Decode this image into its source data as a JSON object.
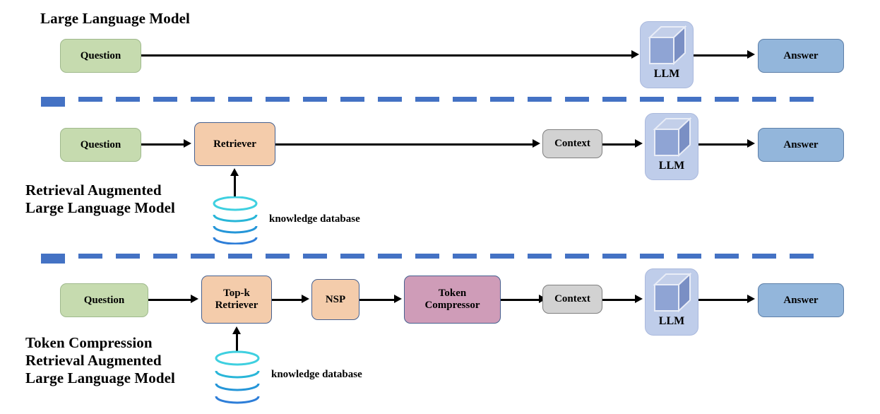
{
  "figure": {
    "title": "Three-tier LLM architecture comparison",
    "background": "#ffffff"
  },
  "colors": {
    "question": "#c6dbaf",
    "retriever": "#f4ccab",
    "nsp": "#f4ccab",
    "token_compressor": "#cf9cb8",
    "context": "#d2d2d2",
    "answer": "#93b6db",
    "llm_panel": "#bfcdea",
    "cube_front": "#8fa4d4",
    "cube_top": "#c3cfe9",
    "cube_side": "#7a8fc4",
    "separator": "#4472c4",
    "database_top": "#3fd0e0",
    "database_bottom": "#2e7ed8",
    "arrow": "#000000"
  },
  "sections": [
    {
      "id": "llm",
      "title": "Large Language Model",
      "nodes": [
        {
          "id": "question",
          "label": "Question"
        },
        {
          "id": "llm",
          "label": "LLM",
          "icon": "cube-icon"
        },
        {
          "id": "answer",
          "label": "Answer"
        }
      ]
    },
    {
      "id": "rag",
      "title": "Retrieval Augmented\nLarge Language Model",
      "nodes": [
        {
          "id": "question",
          "label": "Question"
        },
        {
          "id": "retriever",
          "label": "Retriever"
        },
        {
          "id": "context",
          "label": "Context"
        },
        {
          "id": "llm",
          "label": "LLM",
          "icon": "cube-icon"
        },
        {
          "id": "answer",
          "label": "Answer"
        }
      ],
      "database": {
        "caption": "knowledge database",
        "icon": "database-icon"
      }
    },
    {
      "id": "tcrag",
      "title": "Token Compression\nRetrieval Augmented\nLarge Language Model",
      "nodes": [
        {
          "id": "question",
          "label": "Question"
        },
        {
          "id": "topk_retriever",
          "label": "Top-k\nRetriever"
        },
        {
          "id": "nsp",
          "label": "NSP"
        },
        {
          "id": "token_compressor",
          "label": "Token\nCompressor"
        },
        {
          "id": "context",
          "label": "Context"
        },
        {
          "id": "llm",
          "label": "LLM",
          "icon": "cube-icon"
        },
        {
          "id": "answer",
          "label": "Answer"
        }
      ],
      "database": {
        "caption": "knowledge database",
        "icon": "database-icon"
      }
    }
  ],
  "labels": {
    "question": "Question",
    "answer": "Answer",
    "llm": "LLM",
    "retriever": "Retriever",
    "topk_retriever": "Top-k\nRetriever",
    "nsp": "NSP",
    "token_compressor": "Token\nCompressor",
    "context": "Context",
    "knowledge_database": "knowledge database",
    "title_row1": "Large Language Model",
    "title_row2": "Retrieval Augmented\nLarge Language Model",
    "title_row3": "Token Compression\nRetrieval Augmented\nLarge Language Model"
  }
}
